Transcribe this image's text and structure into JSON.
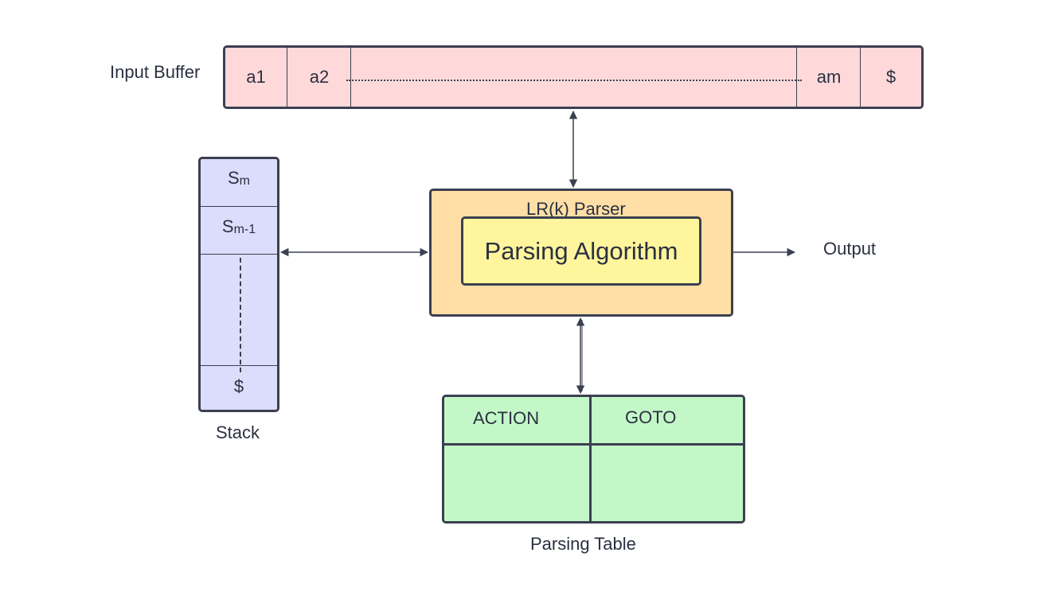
{
  "input_buffer": {
    "label": "Input Buffer",
    "cells": [
      "a1",
      "a2",
      "am",
      "$"
    ]
  },
  "stack": {
    "label": "Stack",
    "items": [
      {
        "base": "S",
        "sub": "m"
      },
      {
        "base": "S",
        "sub": "m-1"
      }
    ],
    "bottom": "$"
  },
  "parser": {
    "label": "LR(k) Parser",
    "algorithm": "Parsing Algorithm"
  },
  "output": {
    "label": "Output"
  },
  "parsing_table": {
    "label": "Parsing Table",
    "columns": [
      "ACTION",
      "GOTO"
    ]
  },
  "colors": {
    "buffer_fill": "#ffd9da",
    "stack_fill": "#dcdcfc",
    "parser_fill": "#ffdfa6",
    "algorithm_fill": "#fff59c",
    "table_fill": "#c3f7c8",
    "stroke": "#3b4050"
  }
}
